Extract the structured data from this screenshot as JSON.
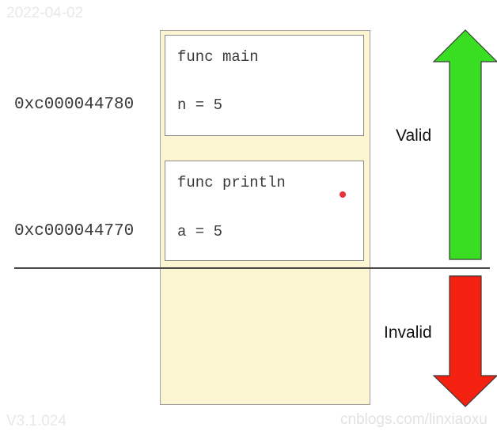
{
  "stack": {
    "frames": [
      {
        "func_label": "func main",
        "var_label": "n = 5",
        "address": "0xc000044780"
      },
      {
        "func_label": "func println",
        "var_label": "a = 5",
        "address": "0xc000044770"
      }
    ]
  },
  "regions": {
    "valid_label": "Valid",
    "invalid_label": "Invalid"
  },
  "colors": {
    "valid_arrow": "#39dd22",
    "invalid_arrow": "#f42010",
    "stack_fill": "#fcf5d2"
  },
  "watermark": {
    "top_left": "2022-04-02",
    "bottom_left": "V3.1.024",
    "bottom_right": "cnblogs.com/linxiaoxu"
  }
}
